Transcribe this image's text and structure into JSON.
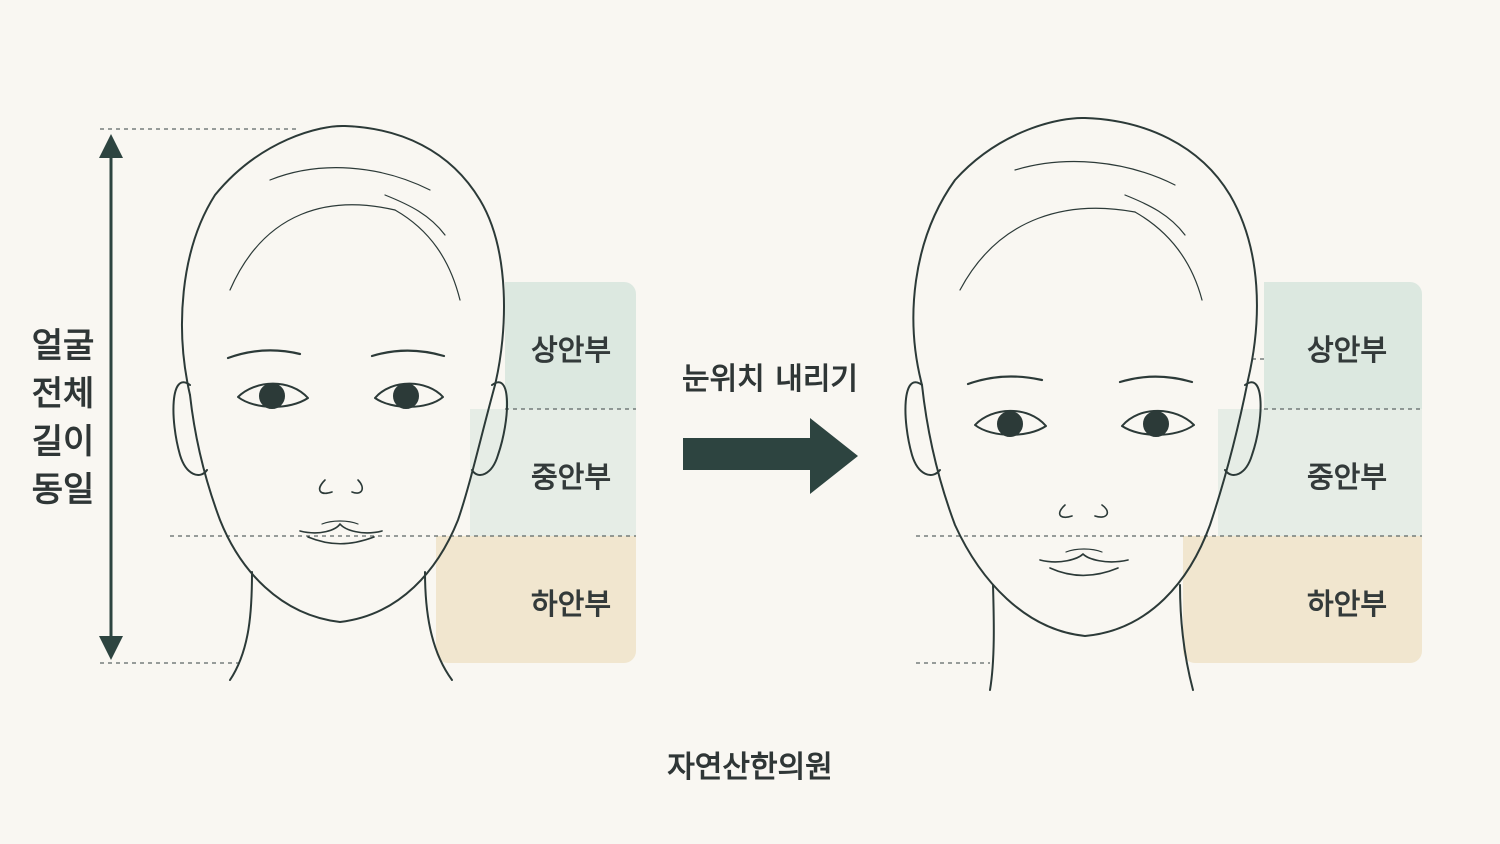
{
  "side_label": {
    "lines": [
      "얼굴",
      "전체",
      "길이",
      "동일"
    ]
  },
  "left_face": {
    "zones": {
      "upper": "상안부",
      "middle": "중안부",
      "lower": "하안부"
    }
  },
  "right_face": {
    "zones": {
      "upper": "상안부",
      "middle": "중안부",
      "lower": "하안부"
    }
  },
  "transition": {
    "caption": "눈위치 내리기",
    "arrow_icon": "right-arrow-icon"
  },
  "brand": {
    "name": "자연산한의원"
  },
  "colors": {
    "background": "#f9f7f2",
    "upper_zone": "#dce8e0",
    "middle_zone": "#e6ede6",
    "lower_zone": "#f1e6cf",
    "line": "#2c3a38",
    "arrow": "#2d4440"
  }
}
